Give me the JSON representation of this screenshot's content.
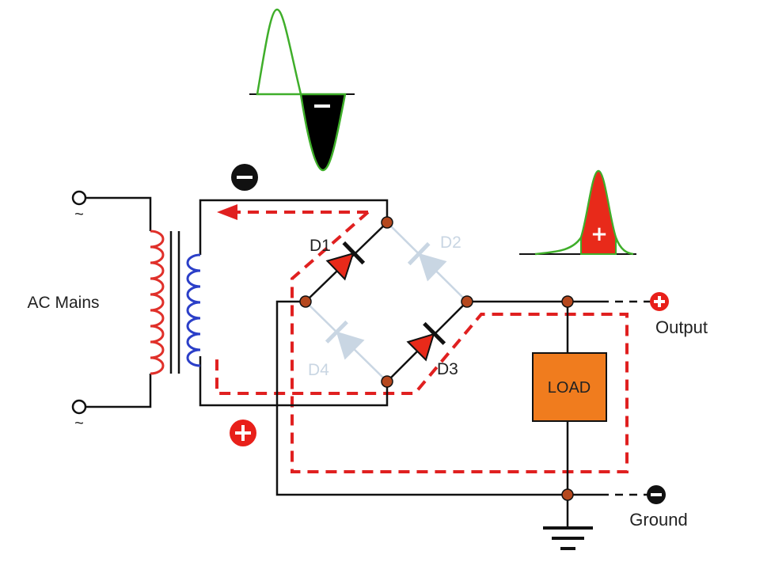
{
  "labels": {
    "ac_mains": "AC Mains",
    "output": "Output",
    "ground": "Ground",
    "load": "LOAD",
    "d1": "D1",
    "d2": "D2",
    "d3": "D3",
    "d4": "D4"
  },
  "signs": {
    "plus": "+",
    "minus": "−",
    "tilde": "~"
  },
  "colors": {
    "wire": "#111111",
    "primary_coil": "#e0302a",
    "secondary_coil": "#2b3fc8",
    "current_path": "#e02020",
    "diode_active": "#e82a1a",
    "diode_inactive": "#c9d6e3",
    "load_fill": "#f07c1e",
    "waveform": "#3fae2a",
    "node": "#b5481e"
  }
}
